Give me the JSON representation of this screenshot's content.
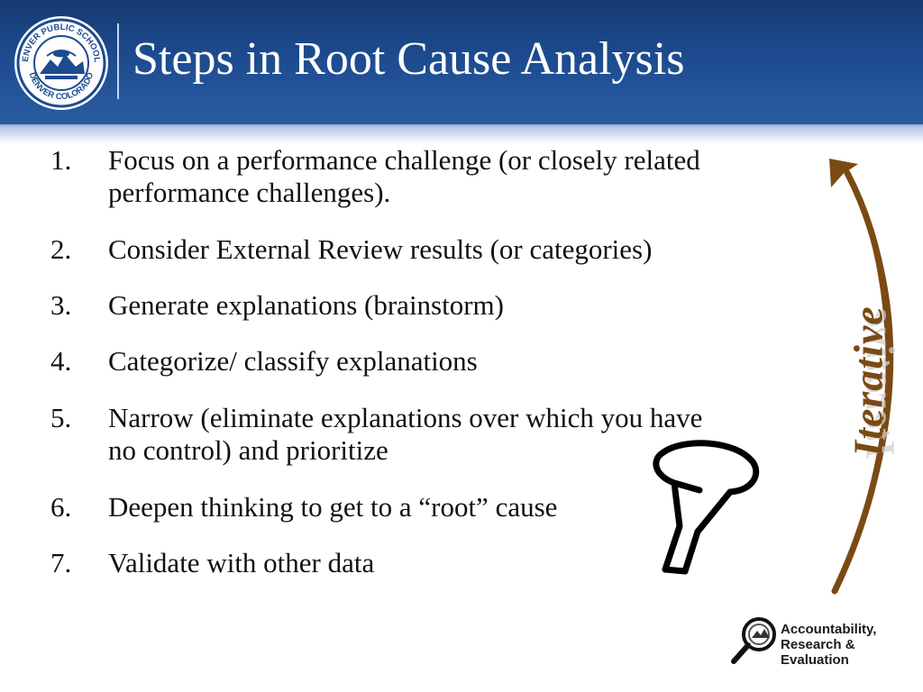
{
  "slide": {
    "title": "Steps in Root Cause Analysis",
    "seal": {
      "top_text": "DENVER PUBLIC SCHOOLS",
      "bottom_text": "DENVER COLORADO"
    },
    "steps": [
      {
        "number": "1.",
        "lines": [
          "Focus on a performance challenge (or closely related",
          "performance challenges)."
        ]
      },
      {
        "number": "2.",
        "lines": [
          "Consider External Review results (or categories)"
        ]
      },
      {
        "number": "3.",
        "lines": [
          "Generate explanations (brainstorm)"
        ]
      },
      {
        "number": "4.",
        "lines": [
          "Categorize/ classify explanations"
        ]
      },
      {
        "number": "5.",
        "lines": [
          "Narrow (eliminate explanations over which you have",
          "no control) and prioritize"
        ]
      },
      {
        "number": "6.",
        "lines": [
          "Deepen thinking to get to a “root” cause"
        ]
      },
      {
        "number": "7.",
        "lines": [
          "Validate with other data"
        ]
      }
    ],
    "side_label": "Iterative",
    "footer_logo": {
      "lines": [
        "Accountability,",
        "Research &",
        "Evaluation"
      ]
    }
  },
  "colors": {
    "header_blue": "#1d4b8f",
    "arrow_brown": "#7a4a14",
    "text": "#111111"
  }
}
